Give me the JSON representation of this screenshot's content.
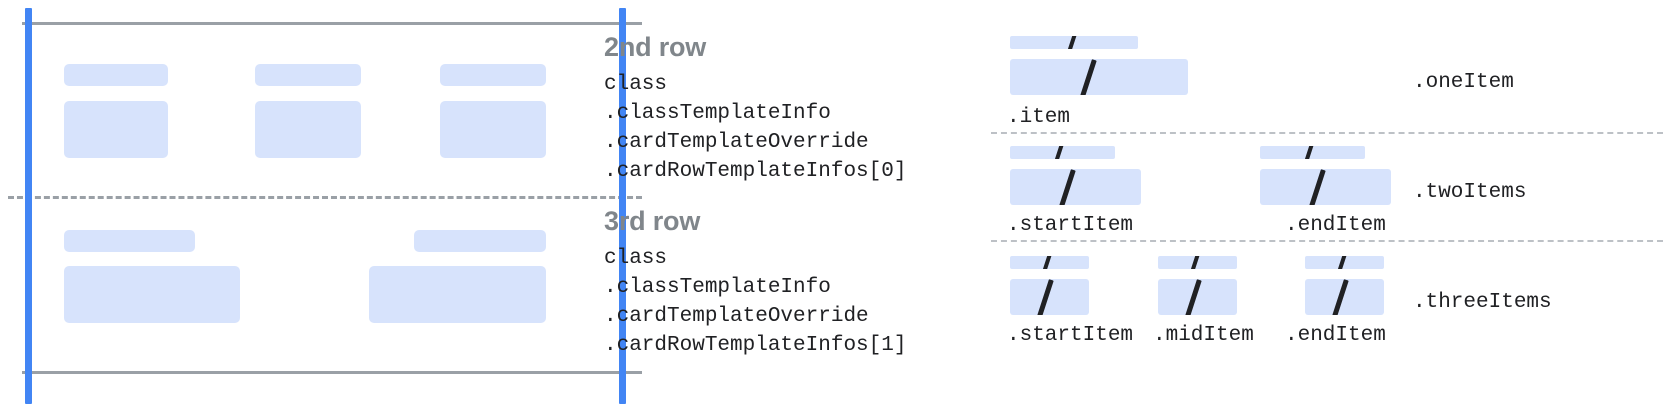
{
  "diagram": {
    "title": "Card row template layout diagram",
    "colors": {
      "placeholder_block": "#d7e3fc",
      "guide_blue": "#4285f4",
      "rule_gray": "#9aa0a6",
      "dash_gray": "#bdc1c6",
      "heading_gray": "#80868b",
      "code_text": "#202124"
    }
  },
  "rows": [
    {
      "id": "second-row",
      "title": "2nd row",
      "code": [
        "class",
        ".classTemplateInfo",
        ".cardTemplateOverride",
        ".cardRowTemplateInfos[0]"
      ],
      "blocks": [
        {
          "label_bar": true,
          "body_bar": true
        },
        {
          "label_bar": true,
          "body_bar": true
        },
        {
          "label_bar": true,
          "body_bar": true
        }
      ]
    },
    {
      "id": "third-row",
      "title": "3rd row",
      "code": [
        "class",
        ".classTemplateInfo",
        ".cardTemplateOverride",
        ".cardRowTemplateInfos[1]"
      ],
      "blocks": [
        {
          "label_bar": true,
          "body_bar": true
        },
        {
          "label_bar": true,
          "body_bar": true
        }
      ]
    }
  ],
  "item_layouts": [
    {
      "id": "one-item",
      "row_label": ".oneItem",
      "items": [
        {
          "name": ".item",
          "slash": "/"
        }
      ]
    },
    {
      "id": "two-items",
      "row_label": ".twoItems",
      "items": [
        {
          "name": ".startItem",
          "slash": "/"
        },
        {
          "name": ".endItem",
          "slash": "/"
        }
      ]
    },
    {
      "id": "three-items",
      "row_label": ".threeItems",
      "items": [
        {
          "name": ".startItem",
          "slash": "/"
        },
        {
          "name": ".midItem",
          "slash": "/"
        },
        {
          "name": ".endItem",
          "slash": "/"
        }
      ]
    }
  ]
}
